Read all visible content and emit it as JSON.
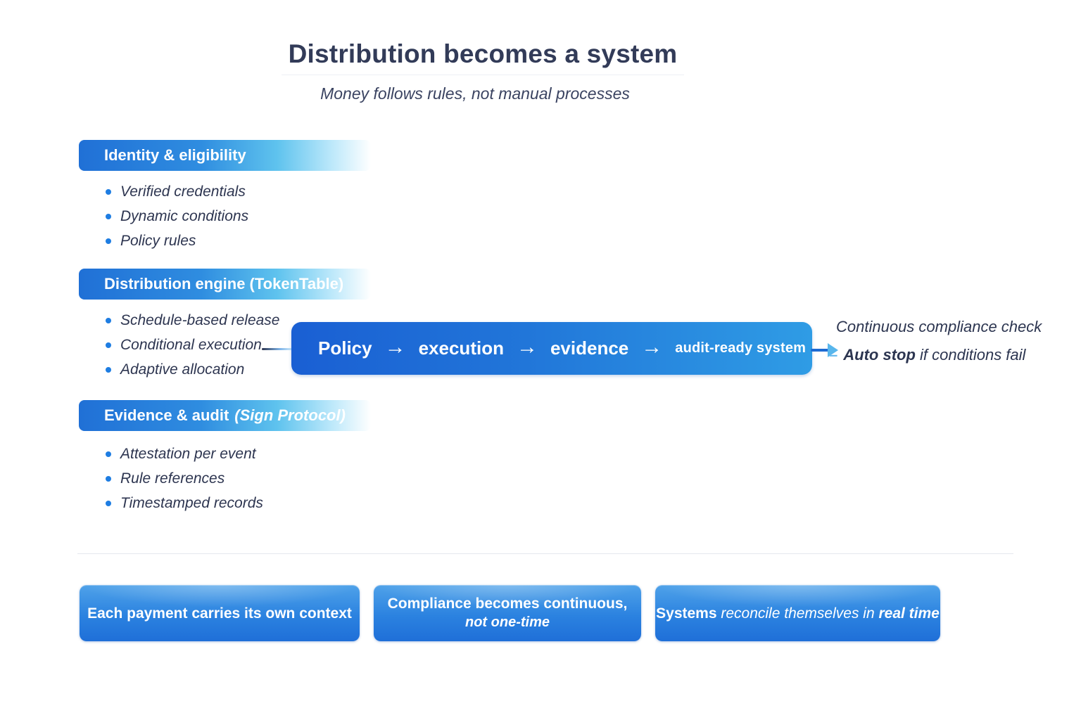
{
  "title": "Distribution becomes a system",
  "subtitle": "Money follows rules, not manual processes",
  "sections": [
    {
      "header_main": "Identity & eligibility",
      "header_suffix": "",
      "bullets": [
        "Verified credentials",
        "Dynamic conditions",
        "Policy rules"
      ]
    },
    {
      "header_main": "Distribution engine (TokenTable)",
      "header_suffix": "",
      "bullets": [
        "Schedule-based release",
        "Conditional execution",
        "Adaptive allocation"
      ]
    },
    {
      "header_main": "Evidence & audit",
      "header_suffix": "(Sign Protocol)",
      "bullets": [
        "Attestation per event",
        "Rule references",
        "Timestamped records"
      ]
    }
  ],
  "flow": {
    "steps": [
      "Policy",
      "execution",
      "evidence",
      "audit-ready system"
    ]
  },
  "icons": {
    "arrow_right": "→"
  },
  "compliance": {
    "line1": "Continuous compliance check",
    "dash": "–",
    "auto_stop": "Auto stop",
    "line2_rest": " if conditions fail"
  },
  "takeaways": {
    "box1": "Each payment carries its own context",
    "box2_line1": "Compliance becomes continuous,",
    "box2_line2": "not one-time",
    "box3_bold": "Systems",
    "box3_mid": " reconcile themselves in ",
    "box3_bold2": "real time"
  },
  "colors": {
    "accent_blue": "#1f6fd6",
    "light_blue": "#56c0ee",
    "text_navy": "#2d3552",
    "bullet_blue": "#1e7de2"
  }
}
